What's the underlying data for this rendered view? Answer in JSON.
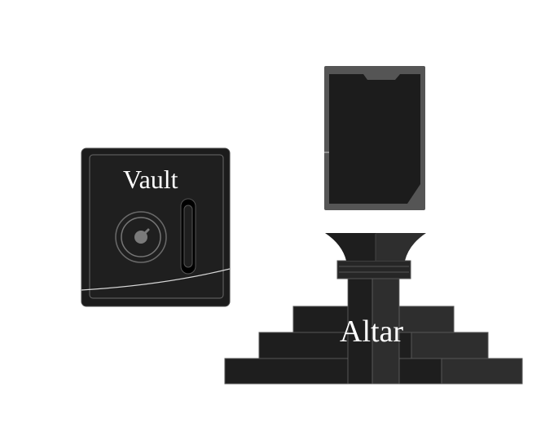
{
  "objects": {
    "vault": {
      "label": "Vault",
      "icon": "safe-icon"
    },
    "altar": {
      "label": "Altar",
      "icon": "altar-icon"
    },
    "card": {
      "icon": "card-icon",
      "face": "down"
    }
  },
  "colors": {
    "background": "#ffffff",
    "vault_body": "#1c1c1c",
    "vault_frame": "#555555",
    "card_frame": "#555555",
    "card_inner": "#1c1c1c",
    "altar_dark": "#1e1e1e",
    "altar_light": "#2e2e2e",
    "label_text": "#ffffff"
  }
}
